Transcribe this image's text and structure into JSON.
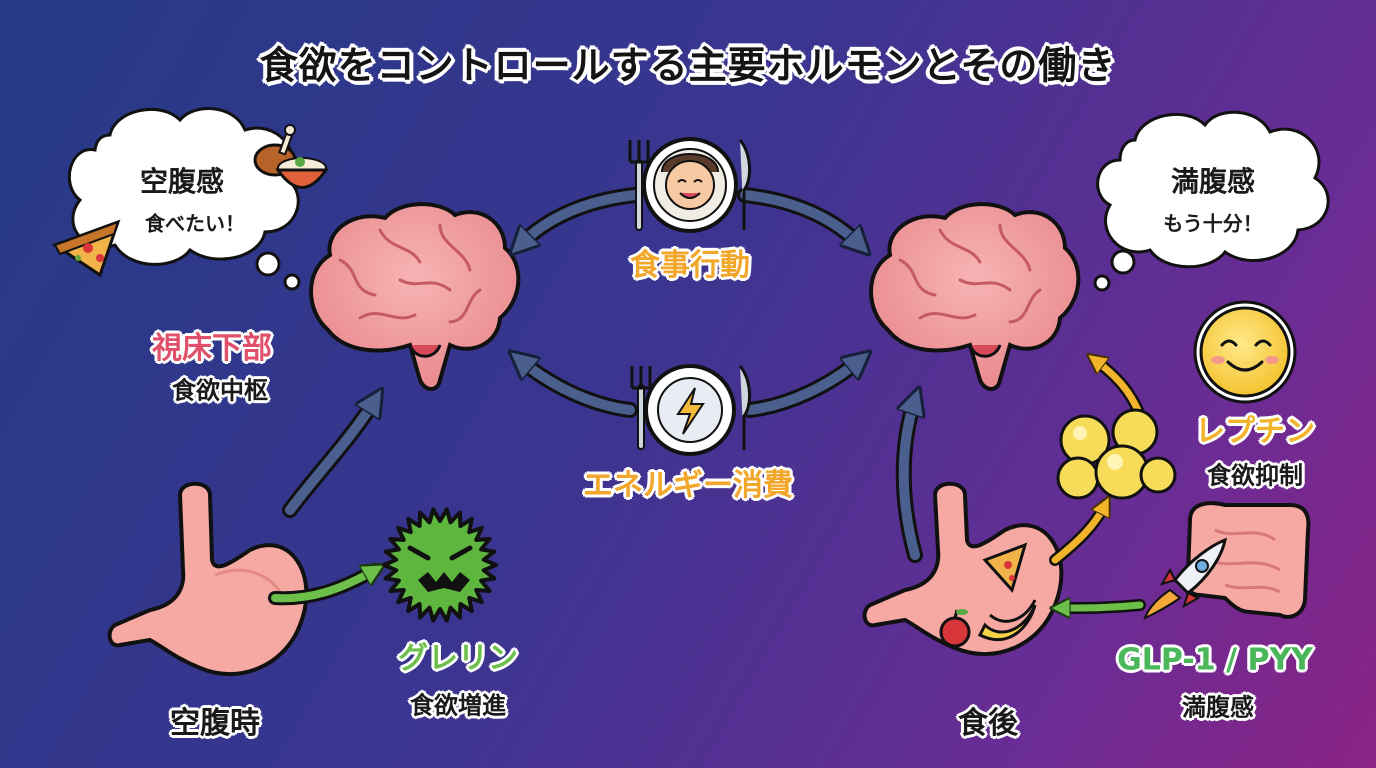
{
  "title": "食欲をコントロールする主要ホルモンとその働き",
  "left_bubble": {
    "main": "空腹感",
    "sub": "食べたい！"
  },
  "right_bubble": {
    "main": "満腹感",
    "sub": "もう十分！"
  },
  "hypothalamus": {
    "name": "視床下部",
    "role": "食欲中枢"
  },
  "center_top": {
    "label": "食事行動"
  },
  "center_bottom": {
    "label": "エネルギー消費"
  },
  "fasting": {
    "label": "空腹時"
  },
  "after_meal": {
    "label": "食後"
  },
  "ghrelin": {
    "name": "グレリン",
    "role": "食欲増進"
  },
  "leptin": {
    "name": "レプチン",
    "role": "食欲抑制"
  },
  "glp1": {
    "name": "GLP-1 / PYY",
    "role": "満腹感"
  },
  "colors": {
    "hypothalamus": "#e0506a",
    "energy_label": "#f2a62a",
    "ghrelin": "#6cc04a",
    "leptin": "#f2b42a",
    "glp1": "#4ab85a",
    "arrow_main": "#4a5f8e"
  },
  "icons": [
    "pizza-icon",
    "chicken-leg-icon",
    "rice-bowl-icon",
    "brain-icon",
    "stomach-icon",
    "ghrelin-germ-icon",
    "fat-cells-icon",
    "smiley-icon",
    "rocket-icon",
    "intestine-icon",
    "fork-icon",
    "knife-icon",
    "lightning-icon",
    "apple-icon",
    "banana-icon"
  ]
}
